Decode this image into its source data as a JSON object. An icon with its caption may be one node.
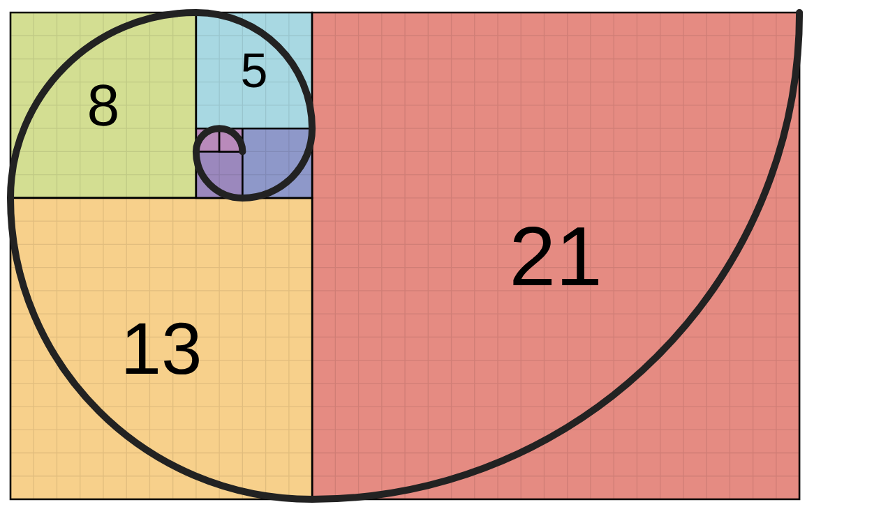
{
  "diagram": {
    "nodes": [
      {
        "text": [
          "8"
        ]
      },
      {
        "text": [
          "5"
        ]
      },
      {
        "text": [
          "21"
        ]
      },
      {
        "text": [
          "13"
        ]
      },
      {
        "text": [],
        "shape": "box"
      },
      {
        "text": [],
        "shape": "box"
      },
      {
        "text": [],
        "shape": "box"
      },
      {
        "text": [],
        "shape": "box"
      }
    ]
  }
}
